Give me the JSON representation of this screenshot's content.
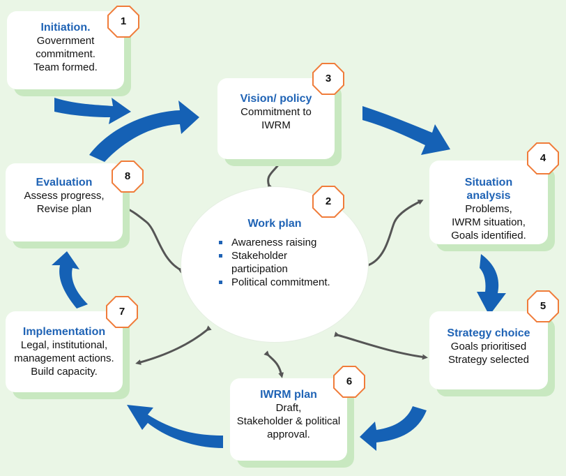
{
  "colors": {
    "background": "#eaf6e6",
    "arrow": "#1561b5",
    "title": "#1f63b5",
    "badge_border": "#f07c3a",
    "shadow": "#c8e8c0",
    "connector": "#555555"
  },
  "steps": [
    {
      "num": "1",
      "title": "Initiation.",
      "lines": [
        "Government",
        "commitment.",
        "Team formed."
      ]
    },
    {
      "num": "2",
      "title": "Work plan",
      "items": [
        "Awareness raising",
        "Stakeholder",
        "participation",
        "Political commitment."
      ]
    },
    {
      "num": "3",
      "title": "Vision/ policy",
      "lines": [
        "Commitment to",
        "IWRM"
      ]
    },
    {
      "num": "4",
      "title": "Situation",
      "title2": "analysis",
      "lines": [
        "Problems,",
        "IWRM situation,",
        "Goals identified."
      ]
    },
    {
      "num": "5",
      "title": "Strategy choice",
      "lines": [
        "Goals prioritised",
        "Strategy selected"
      ]
    },
    {
      "num": "6",
      "title": "IWRM plan",
      "lines": [
        "Draft,",
        "Stakeholder & political",
        "approval."
      ]
    },
    {
      "num": "7",
      "title": "Implementation",
      "lines": [
        "Legal, institutional,",
        "management actions.",
        "Build capacity."
      ]
    },
    {
      "num": "8",
      "title": "Evaluation",
      "lines": [
        "Assess progress,",
        "Revise plan"
      ]
    }
  ]
}
